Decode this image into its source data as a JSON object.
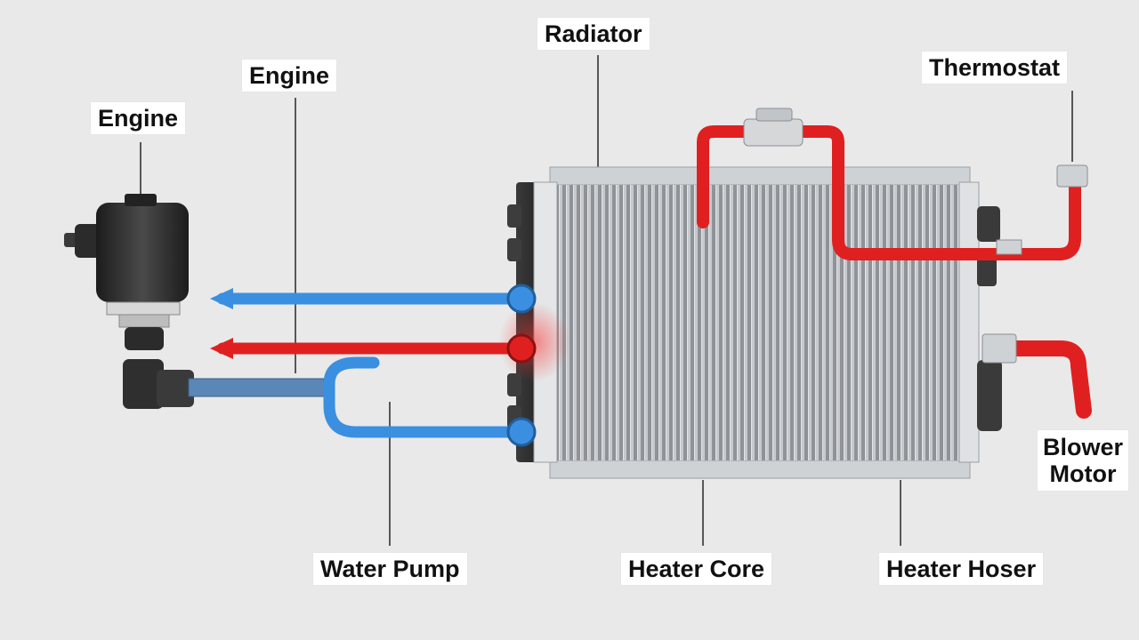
{
  "labels": {
    "radiator": "Radiator",
    "engine_top": "Engine",
    "engine_left": "Engine",
    "thermostat": "Thermostat",
    "blower_motor_line1": "Blower",
    "blower_motor_line2": "Motor",
    "water_pump": "Water Pump",
    "heater_core": "Heater Core",
    "heater_hoses": "Heater Hoser"
  },
  "colors": {
    "background": "#e9e9e9",
    "hot_coolant": "#e02020",
    "cool_coolant": "#3b8fe0",
    "radiator_fins": "#a8acb1",
    "engine_body": "#2d2d2d"
  },
  "icons": [
    "engine-icon",
    "radiator-icon",
    "thermostat-icon",
    "water-pump-icon",
    "blower-motor-icon"
  ]
}
